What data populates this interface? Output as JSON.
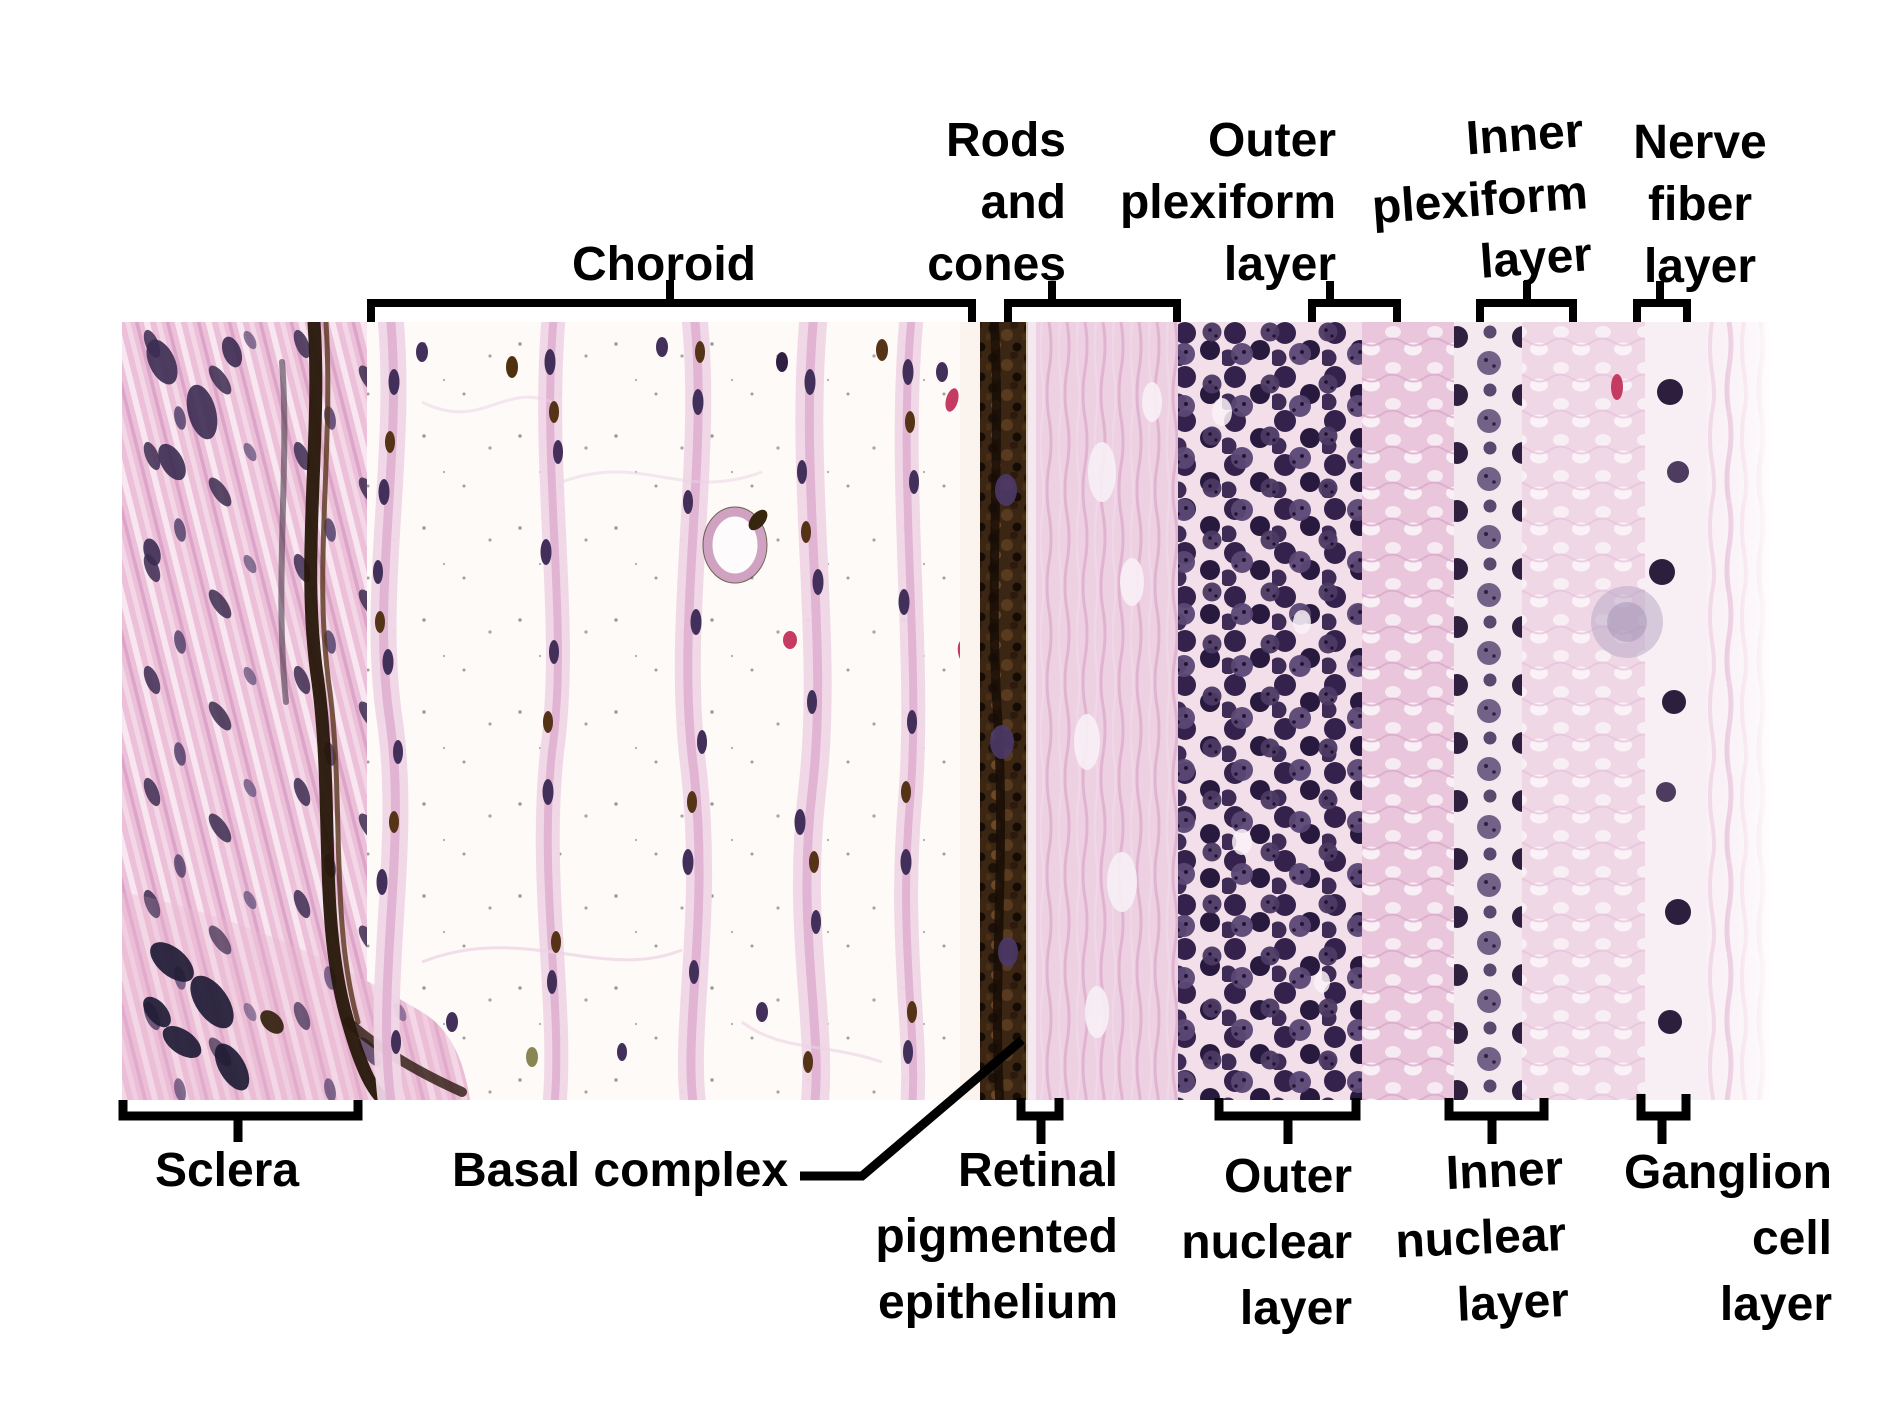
{
  "figure_labels": {
    "choroid": "Choroid",
    "rods_and_cones": "Rods\nand\ncones",
    "outer_plexiform": "Outer\nplexiform\nlayer",
    "inner_plexiform": "Inner\nplexiform\nlayer",
    "nerve_fiber": "Nerve\nfiber\nlayer",
    "sclera": "Sclera",
    "basal_complex": "Basal complex",
    "retinal_pigmented_epithelium": "Retinal\npigmented\nepithelium",
    "outer_nuclear": "Outer\nnuclear\nlayer",
    "inner_nuclear": "Inner\nnuclear\nlayer",
    "ganglion_cell": "Ganglion\ncell\nlayer"
  },
  "palette": {
    "background": "#ffffff",
    "label_text": "#000000",
    "bracket": "#000000",
    "eosin_pink": "#ecc0d8",
    "pale_tissue": "#fdfaf8",
    "nuclei_purple": "#34224c",
    "melanin_brown": "#3b2513",
    "red_blood_cell": "#c3315a"
  }
}
